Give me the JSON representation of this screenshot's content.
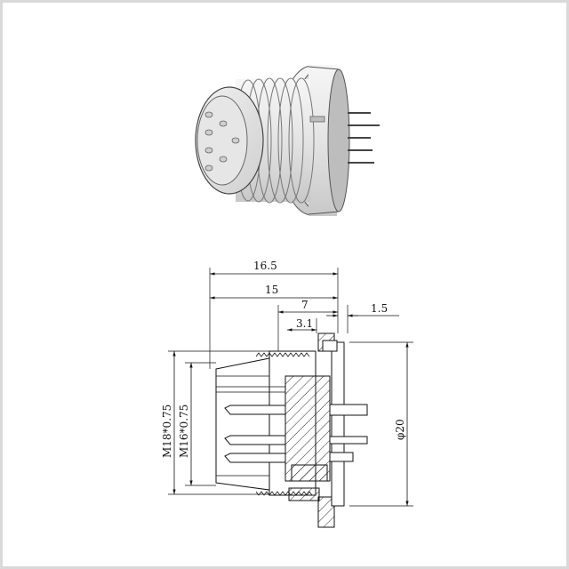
{
  "colors": {
    "background": "#ffffff",
    "frame": "#d9d9d9",
    "ink": "#111111",
    "product_body": "#e9e9e9",
    "product_shadow": "#bdbdbd"
  },
  "product_view": {
    "icon": "circular-connector-photo"
  },
  "drawing": {
    "dimensions": {
      "overall_length": "16.5",
      "body_length": "15",
      "thread_length": "7",
      "panel_gap": "3.1",
      "flange_thickness": "1.5",
      "outer_diameter": "φ20",
      "thread_m18": "M18*0.75",
      "thread_m16": "M16*0.75"
    }
  }
}
